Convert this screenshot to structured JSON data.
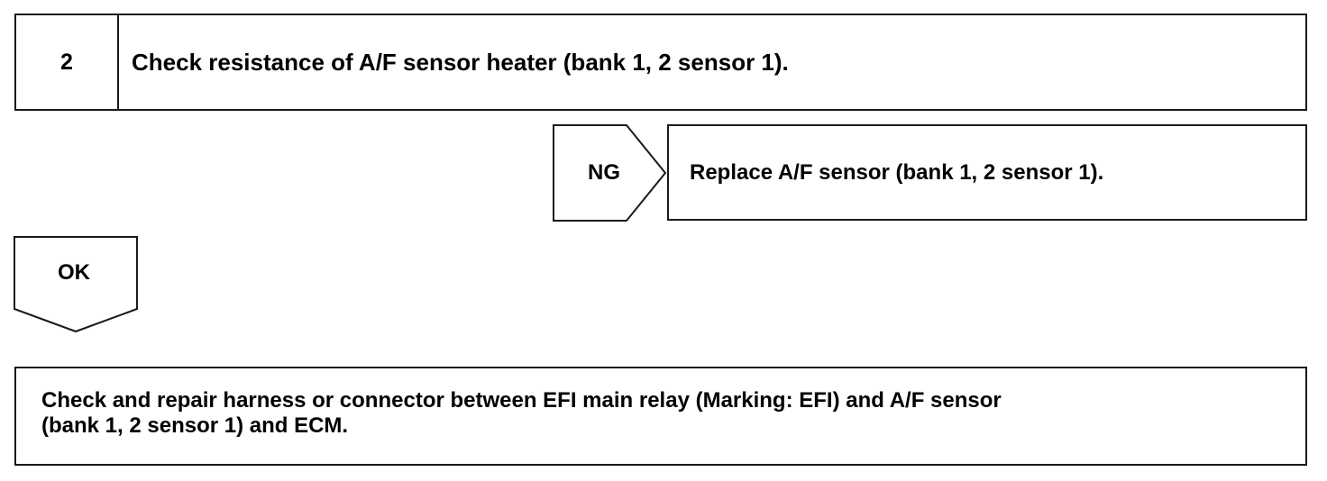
{
  "step": {
    "number": "2",
    "title": "Check resistance of A/F sensor heater (bank 1, 2 sensor 1)."
  },
  "ng_branch": {
    "label": "NG",
    "action": "Replace A/F sensor (bank 1, 2 sensor 1)."
  },
  "ok_branch": {
    "label": "OK"
  },
  "final_step": {
    "line1": "Check and repair harness or connector between EFI main relay (Marking: EFI) and A/F sensor",
    "line2": "(bank 1, 2 sensor 1) and ECM."
  }
}
